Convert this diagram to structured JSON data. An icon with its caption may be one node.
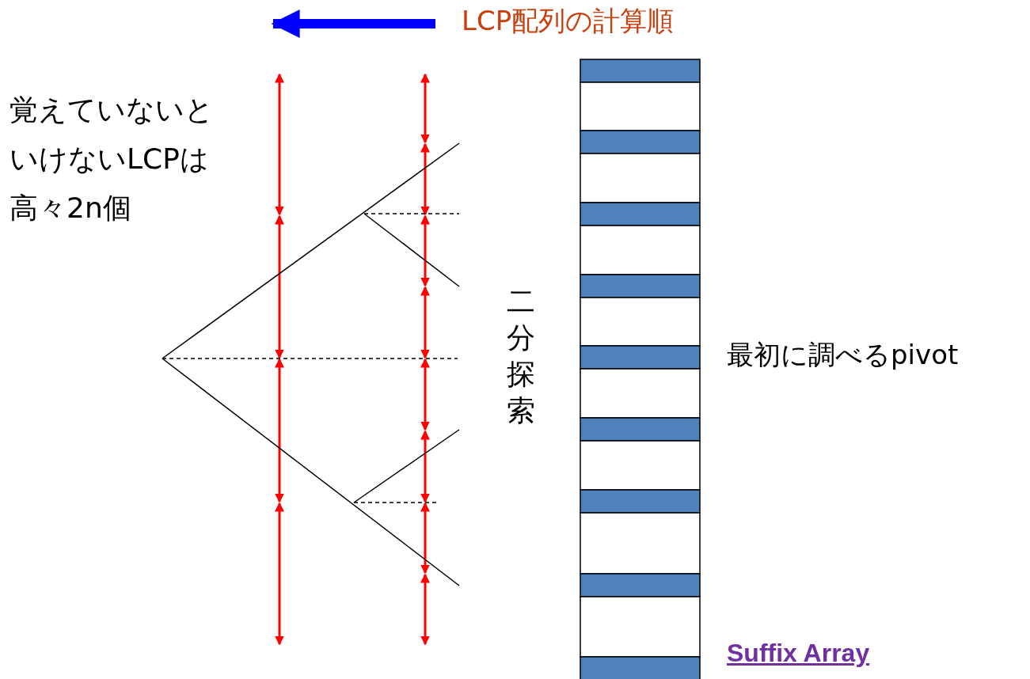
{
  "diagram": {
    "labels": [
      "LCP配列の計算順",
      "覚えていないといけないLCPは高々2n個",
      "二分探索",
      "最初に調べるpivot",
      "Suffix Array"
    ]
  }
}
